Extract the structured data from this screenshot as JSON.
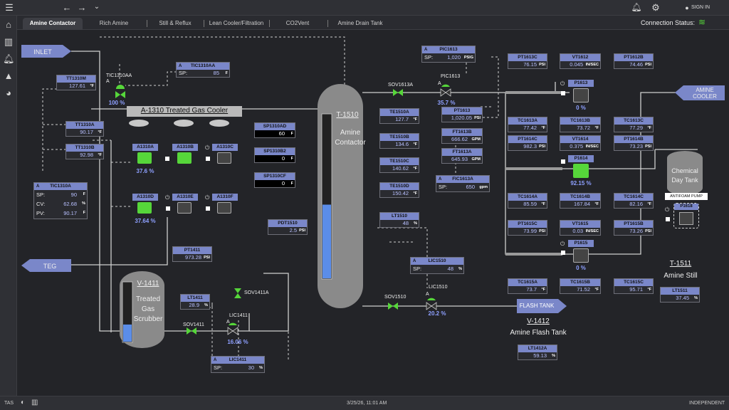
{
  "topbar": {
    "sign_in": "SIGN IN"
  },
  "tabs": [
    "Amine Contactor",
    "Rich Amine",
    "Still & Reflux",
    "Lean Cooler/Filtration",
    "CO2Vent",
    "Amine Drain Tank"
  ],
  "connection_status": "Connection Status:",
  "bottom": {
    "left": "TAS",
    "timestamp": "3/25/26, 11:01 AM",
    "right": "INDEPENDENT"
  },
  "labels": {
    "inlet": "INLET",
    "teg": "TEG",
    "amine_cooler_1": "AMINE",
    "amine_cooler_2": "COOLER",
    "flash_tank": "FLASH TANK",
    "gas_cooler": "A-1310 Treated Gas Cooler",
    "t1510": "T-1510",
    "t1510_name1": "Amine",
    "t1510_name2": "Contactor",
    "v1411": "V-1411",
    "v1411_name1": "Treated",
    "v1411_name2": "Gas",
    "v1411_name3": "Scrubber",
    "v1412": "V-1412",
    "v1412_name": "Amine Flash Tank",
    "t1511": "T-1511",
    "t1511_name": "Amine Still",
    "chem1": "Chemical",
    "chem2": "Day Tank",
    "antifoam": "ANTIFOAM PUMP",
    "tic1310aa": "TIC1310AA",
    "tic1310aa_pct": "100 %",
    "a1310a": "A1310A",
    "a1310a_pct": "37.6 %",
    "a1310b": "A1310B",
    "a1310c": "A1310C",
    "a1310d": "A1310D",
    "a1310d_pct": "37.64 %",
    "a1310e": "A1310E",
    "a1310f": "A1310F",
    "sov1613a": "SOV1613A",
    "pic1613_v": "PIC1613",
    "pic1613_pct": "35.7 %",
    "p1613": "P1613",
    "p1613_pct": "0 %",
    "p1614": "P1614",
    "p1614_pct": "92.15 %",
    "p1615": "P1615",
    "p1615_pct": "0 %",
    "p1618": "P1618",
    "sov1411a": "SOV1411A",
    "lic1411_v": "LIC1411",
    "lic1411_pct": "16.06 %",
    "sov1411": "SOV1411",
    "sov1510": "SOV1510",
    "lic1510_v": "LIC1510",
    "lic1510_pct": "20.2 %"
  },
  "tags": {
    "tt1310m": {
      "name": "TT1310M",
      "value": "127.61",
      "unit": "°F"
    },
    "tic1310aa_sp": {
      "name": "TIC1310AA",
      "sp_label": "SP:",
      "value": "85",
      "unit": "F"
    },
    "tt1310a": {
      "name": "TT1310A",
      "value": "90.17",
      "unit": "°F"
    },
    "tt1310b": {
      "name": "TT1310B",
      "value": "92.98",
      "unit": "°F"
    },
    "tic1310a": {
      "name": "TIC1310A",
      "sp": "90",
      "cv": "62.68",
      "pv": "90.17",
      "sp_l": "SP:",
      "cv_l": "CV:",
      "pv_l": "PV:",
      "u1": "F",
      "u2": "%",
      "u3": "F"
    },
    "sp1310ad": {
      "name": "SP1310AD",
      "value": "60",
      "unit": "F"
    },
    "sp1310b2": {
      "name": "SP1310B2",
      "value": "0",
      "unit": "F"
    },
    "sp1310cf": {
      "name": "SP1310CF",
      "value": "0",
      "unit": "F"
    },
    "pdt1510": {
      "name": "PDT1510",
      "value": "2.5",
      "unit": "PSI"
    },
    "pt1411": {
      "name": "PT1411",
      "value": "973.28",
      "unit": "PSI"
    },
    "lt1411": {
      "name": "LT1411",
      "value": "28.9",
      "unit": "%"
    },
    "lic1411": {
      "name": "LIC1411",
      "sp_label": "SP:",
      "value": "30",
      "unit": "%"
    },
    "te1510a": {
      "name": "TE1510A",
      "value": "127.7",
      "unit": "°F"
    },
    "te1510b": {
      "name": "TE1510B",
      "value": "134.6",
      "unit": "°F"
    },
    "te1510c": {
      "name": "TE1510C",
      "value": "140.62",
      "unit": "°F"
    },
    "te1510d": {
      "name": "TE1510D",
      "value": "150.42",
      "unit": "°F"
    },
    "lt1510": {
      "name": "LT1510",
      "value": "48",
      "unit": "%"
    },
    "lic1510": {
      "name": "LIC1510",
      "sp_label": "SP:",
      "value": "48",
      "unit": "%"
    },
    "pic1613": {
      "name": "PIC1613",
      "sp_label": "SP:",
      "value": "1,020",
      "unit": "PSIG"
    },
    "pt1613": {
      "name": "PT1613",
      "value": "1,020.05",
      "unit": "PSI"
    },
    "ft1613b": {
      "name": "FT1613B",
      "value": "666.62",
      "unit": "GPM"
    },
    "ft1613a": {
      "name": "FT1613A",
      "value": "645.93",
      "unit": "GPM"
    },
    "fic1613a": {
      "name": "FIC1613A",
      "sp_label": "SP:",
      "value": "650",
      "unit": "gpm"
    },
    "pt1613c": {
      "name": "PT1613C",
      "value": "76.15",
      "unit": "PSI"
    },
    "vt1612": {
      "name": "VT1612",
      "value": "0.045",
      "unit": "IN/SEC"
    },
    "pt1612b": {
      "name": "PT1612B",
      "value": "74.46",
      "unit": "PSI"
    },
    "tc1613a": {
      "name": "TC1613A",
      "value": "77.42",
      "unit": "°F"
    },
    "tc1613b": {
      "name": "TC1613B",
      "value": "73.72",
      "unit": "°F"
    },
    "tc1613c": {
      "name": "TC1613C",
      "value": "77.29",
      "unit": "°F"
    },
    "pt1614c": {
      "name": "PT1614C",
      "value": "982.3",
      "unit": "PSI"
    },
    "vt1614": {
      "name": "VT1614",
      "value": "0.375",
      "unit": "IN/SEC"
    },
    "pt1614b": {
      "name": "PT1614B",
      "value": "73.23",
      "unit": "PSI"
    },
    "tc1614a": {
      "name": "TC1614A",
      "value": "85.59",
      "unit": "°F"
    },
    "tc1614b": {
      "name": "TC1614B",
      "value": "167.84",
      "unit": "°F"
    },
    "tc1614c": {
      "name": "TC1614C",
      "value": "82.16",
      "unit": "°F"
    },
    "pt1615c": {
      "name": "PT1615C",
      "value": "73.99",
      "unit": "PSI"
    },
    "vt1615": {
      "name": "VT1615",
      "value": "0.03",
      "unit": "IN/SEC"
    },
    "pt1615b": {
      "name": "PT1615B",
      "value": "73.26",
      "unit": "PSI"
    },
    "tc1615a": {
      "name": "TC1615A",
      "value": "73.7",
      "unit": "°F"
    },
    "tc1615b": {
      "name": "TC1615B",
      "value": "71.52",
      "unit": "°F"
    },
    "tc1615c": {
      "name": "TC1615C",
      "value": "95.71",
      "unit": "°F"
    },
    "lt1511": {
      "name": "LT1511",
      "value": "37.45",
      "unit": "%"
    },
    "lt1412a": {
      "name": "LT1412A",
      "value": "59.13",
      "unit": "%"
    }
  },
  "levels": {
    "t1510": 0.45,
    "v1411": 0.29
  },
  "colors": {
    "accent": "#7a87c9",
    "green": "#56d63a",
    "value": "#b8c0ff",
    "tank": "#8c8c8c",
    "level": "#5b8de8",
    "pipe": "#d0d0d0"
  }
}
